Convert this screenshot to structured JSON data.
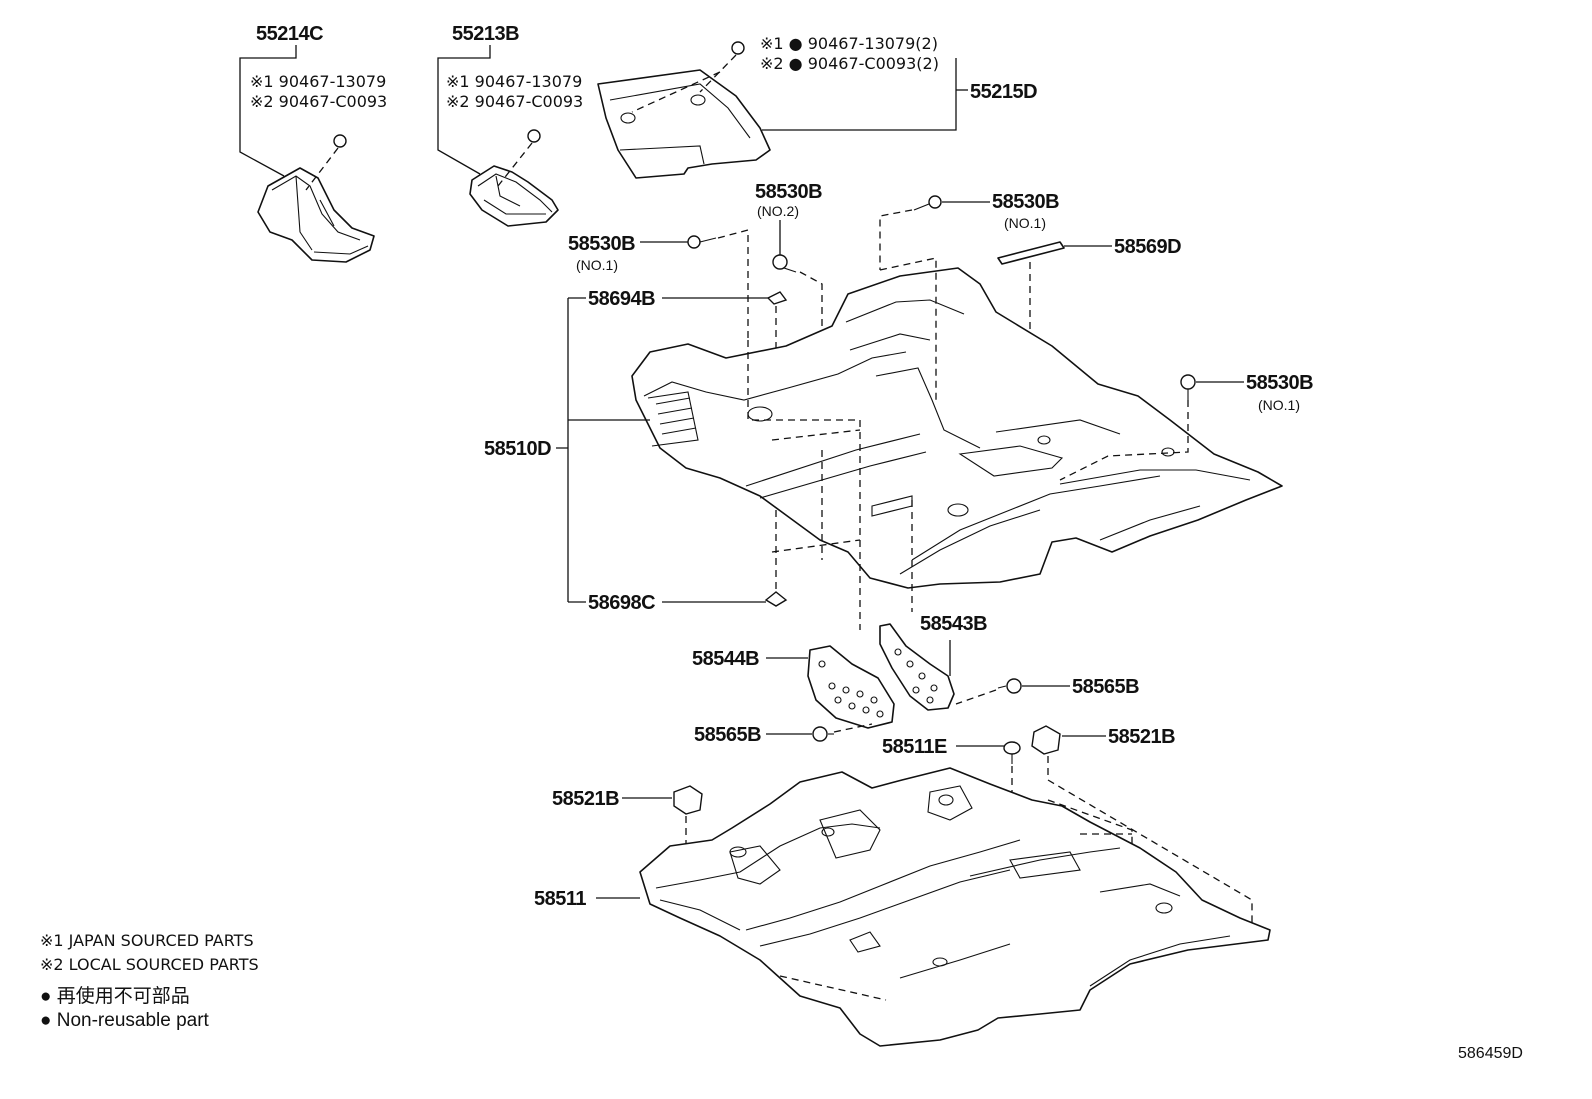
{
  "diagram": {
    "reference_code": "586459D",
    "parts": {
      "p55214C": "55214C",
      "p55213B": "55213B",
      "p55215D": "55215D",
      "p58530B_a": "58530B",
      "p58530B_b": "58530B",
      "p58530B_c": "58530B",
      "p58530B_d": "58530B",
      "p58569D": "58569D",
      "p58694B": "58694B",
      "p58510D": "58510D",
      "p58698C": "58698C",
      "p58543B": "58543B",
      "p58544B": "58544B",
      "p58565B_a": "58565B",
      "p58565B_b": "58565B",
      "p58511E": "58511E",
      "p58521B_a": "58521B",
      "p58521B_b": "58521B",
      "p58511": "58511"
    },
    "sublabels": {
      "no2": "(NO.2)",
      "no1_a": "(NO.1)",
      "no1_b": "(NO.1)",
      "no1_c": "(NO.1)"
    },
    "clips": {
      "c55214C_1": "※1 90467-13079",
      "c55214C_2": "※2 90467-C0093",
      "c55213B_1": "※1 90467-13079",
      "c55213B_2": "※2 90467-C0093",
      "c55215D_1": "※1 ● 90467-13079(2)",
      "c55215D_2": "※2 ● 90467-C0093(2)"
    },
    "legend": {
      "japan": "※1 JAPAN SOURCED PARTS",
      "local": "※2 LOCAL SOURCED PARTS",
      "nonreuse_jp": "● 再使用不可部品",
      "nonreuse_en": "● Non-reusable part"
    }
  }
}
